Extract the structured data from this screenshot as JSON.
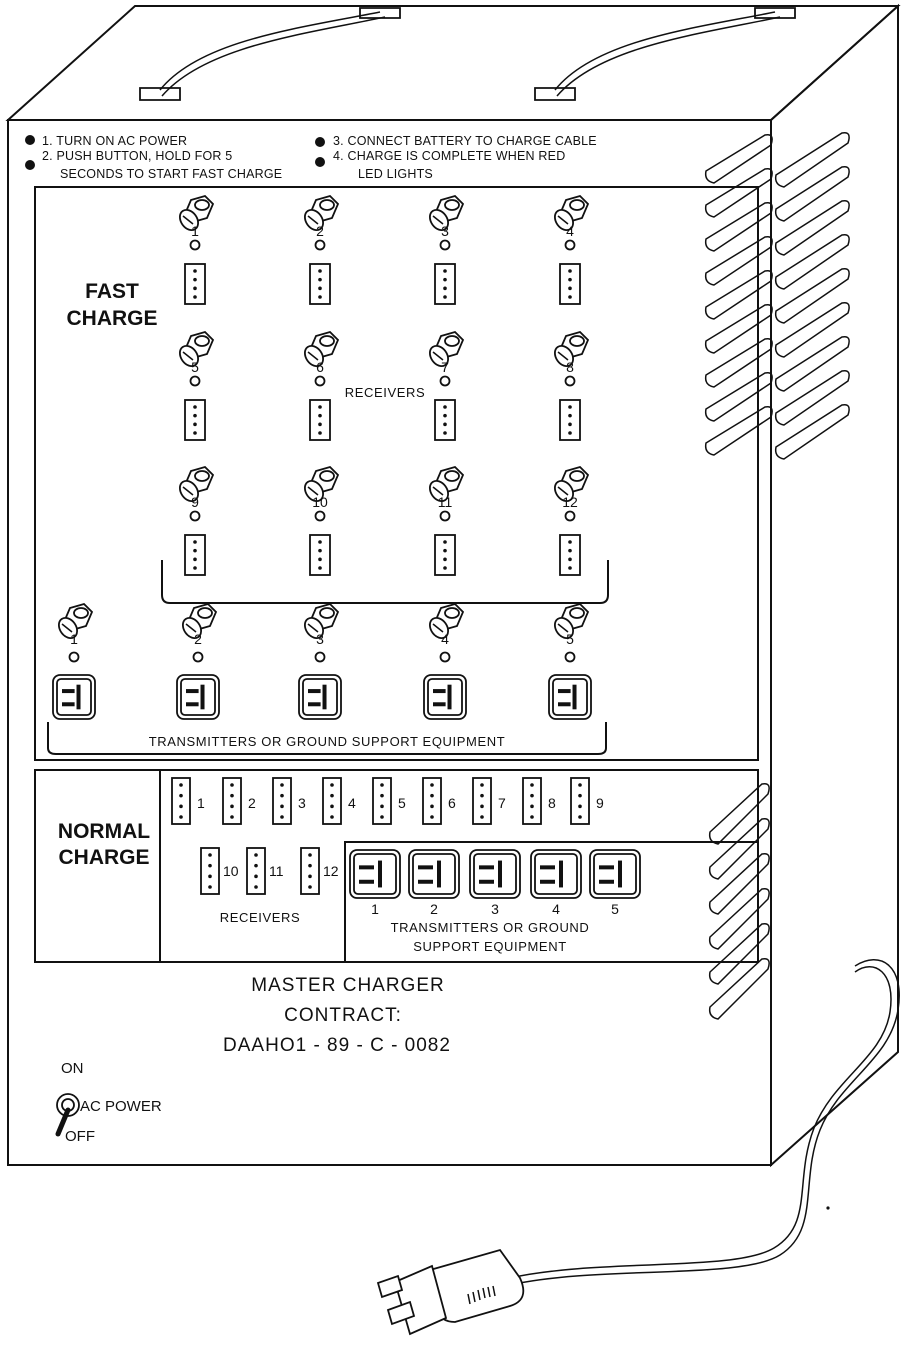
{
  "instructions": [
    {
      "text": "1. TURN ON AC POWER"
    },
    {
      "text": "2. PUSH BUTTON, HOLD FOR 5",
      "cont": "SECONDS TO START FAST CHARGE"
    },
    {
      "text": "3. CONNECT BATTERY TO CHARGE CABLE"
    },
    {
      "text": "4. CHARGE IS COMPLETE WHEN RED",
      "cont": "LED LIGHTS"
    }
  ],
  "fast_charge": {
    "label_line1": "FAST",
    "label_line2": "CHARGE",
    "receivers_label": "RECEIVERS",
    "receiver_numbers": [
      "1",
      "2",
      "3",
      "4",
      "5",
      "6",
      "7",
      "8",
      "9",
      "10",
      "11",
      "12"
    ],
    "transmitter_numbers": [
      "1",
      "2",
      "3",
      "4",
      "5"
    ],
    "transmitters_label": "TRANSMITTERS OR GROUND SUPPORT EQUIPMENT"
  },
  "normal_charge": {
    "label_line1": "NORMAL",
    "label_line2": "CHARGE",
    "receiver_numbers": [
      "1",
      "2",
      "3",
      "4",
      "5",
      "6",
      "7",
      "8",
      "9",
      "10",
      "11",
      "12"
    ],
    "receivers_label": "RECEIVERS",
    "transmitter_numbers": [
      "1",
      "2",
      "3",
      "4",
      "5"
    ],
    "transmitters_label_line1": "TRANSMITTERS OR GROUND",
    "transmitters_label_line2": "SUPPORT EQUIPMENT"
  },
  "title": {
    "line1": "MASTER CHARGER",
    "line2": "CONTRACT:",
    "line3": "DAAHO1 - 89 - C - 0082"
  },
  "power_switch": {
    "on_label": "ON",
    "name_label": "AC POWER",
    "off_label": "OFF"
  }
}
